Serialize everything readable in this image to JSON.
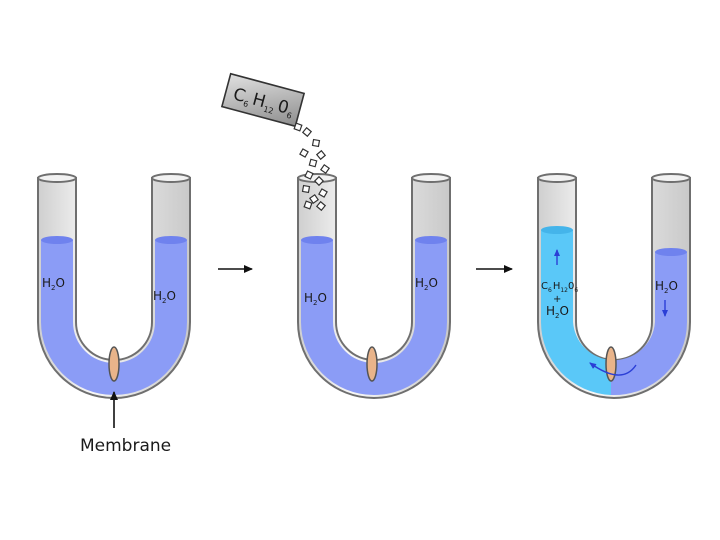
{
  "membrane_label": "Membrane",
  "solute": {
    "c": "C",
    "c_sub": "6",
    "h": "H",
    "h_sub": "12",
    "o": "0",
    "o_sub": "6"
  },
  "water": {
    "h": "H",
    "h_sub": "2",
    "o": "O"
  },
  "tube3": {
    "left_c": "C",
    "left_c_sub": "6",
    "left_h": "H",
    "left_h_sub": "12",
    "left_o": "0",
    "left_o_sub": "6",
    "plus": "+",
    "left_w_h": "H",
    "left_w_sub": "2",
    "left_w_o": "O"
  },
  "colors": {
    "water": "#8b9cf6",
    "solution": "#5ac8f8",
    "glass": "#e4e4e4",
    "glass_edge": "#6f6f6f",
    "membrane": "#e9b48a",
    "arrow": "#2b3fd6"
  }
}
